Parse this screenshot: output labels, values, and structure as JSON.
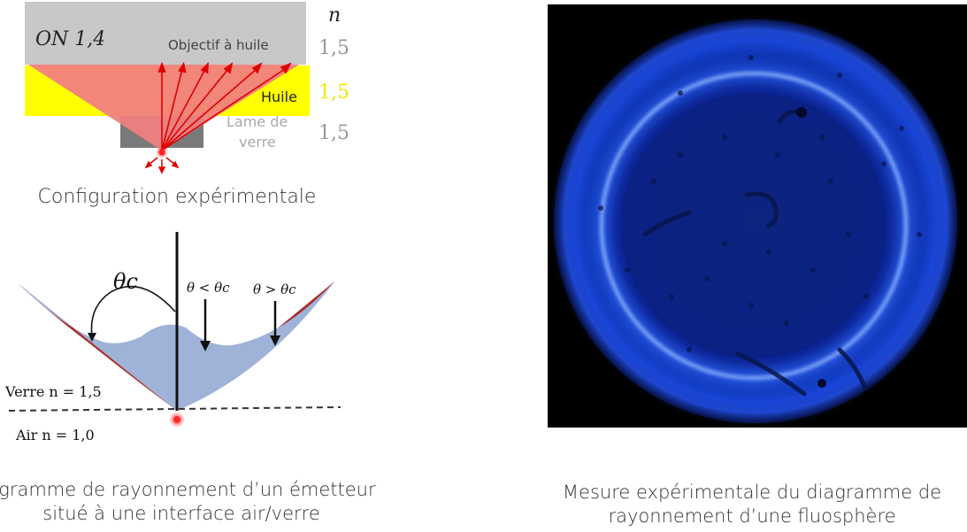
{
  "top_diagram": {
    "n_header": "n",
    "objective_na": "ON 1,4",
    "objective_label": "Objectif à huile",
    "oil_label": "Huile",
    "glass_label_line1": "Lame de",
    "glass_label_line2": "verre",
    "n_objective": "1,5",
    "n_oil": "1,5",
    "n_glass": "1,5",
    "caption": "Configuration expérimentale",
    "colors": {
      "objective": "#c8c8c8",
      "oil": "#ffff00",
      "light_cone": "#f08080",
      "rays": "#e00000",
      "glass": "#7a7a7a",
      "oil_n_text": "#f2e600"
    }
  },
  "bottom_diagram": {
    "theta_c": "θc",
    "theta_less": "θ < θc",
    "theta_greater": "θ > θc",
    "glass_label": "Verre n = 1,5",
    "air_label": "Air n = 1,0",
    "caption_line1": "agramme de rayonnement d’un émetteur",
    "caption_line2": "situé à une interface air/verre",
    "colors": {
      "lobe_blue": "#9fb3d9",
      "lobe_red": "#a8322a",
      "emitter": "#ff2a2a"
    }
  },
  "photo": {
    "caption_line1": "Mesure expérimentale du diagramme de",
    "caption_line2": "rayonnement d’une fluosphère",
    "colors": {
      "background": "#000000",
      "disk": "#0a1fa0",
      "ring": "#3f7bff"
    }
  }
}
